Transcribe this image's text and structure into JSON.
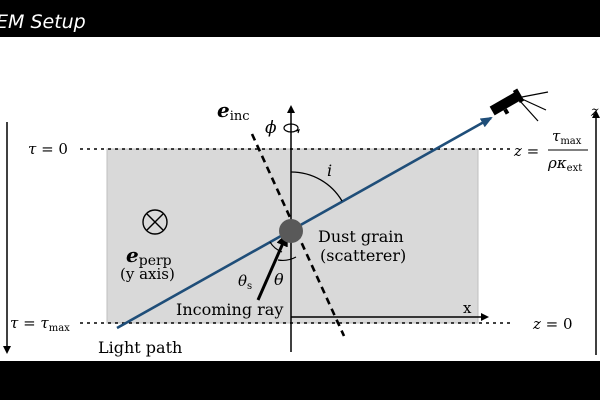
{
  "header": {
    "title": "EM Setup"
  },
  "diagram": {
    "colors": {
      "slab": "#d9d9d9",
      "ray": "#1f4e79",
      "grain": "#595959",
      "line": "#000000"
    },
    "icons": {
      "detector": "telescope-icon",
      "rotation": "rotation-arrow-icon",
      "grain": "dust-grain-icon",
      "out_of_plane": "into-page-icon"
    },
    "tau_top": {
      "var": "τ",
      "eq": " = 0"
    },
    "tau_bottom": {
      "var": "τ",
      "eq": " = ",
      "var2": "τ",
      "sub": "max"
    },
    "z_top": {
      "var": "z",
      "eq": " = ",
      "num": "τ",
      "num_sub": "max",
      "den": "ρκ",
      "den_sub": "ext"
    },
    "z_bottom": {
      "var": "z",
      "eq": " = 0"
    },
    "z_axis": "z",
    "e_inc": {
      "sym": "e",
      "sub": "inc"
    },
    "phi": "ϕ",
    "angle_i": "i",
    "theta_s": {
      "sym": "θ",
      "sub": "s"
    },
    "theta": "θ",
    "grain_label": {
      "line1": "Dust grain",
      "line2": "(scatterer)"
    },
    "e_perp": {
      "sym": "e",
      "sub": "perp",
      "note": "(y axis)"
    },
    "x_axis": "x",
    "incoming_ray": "Incoming ray",
    "light_path": "Light path"
  }
}
